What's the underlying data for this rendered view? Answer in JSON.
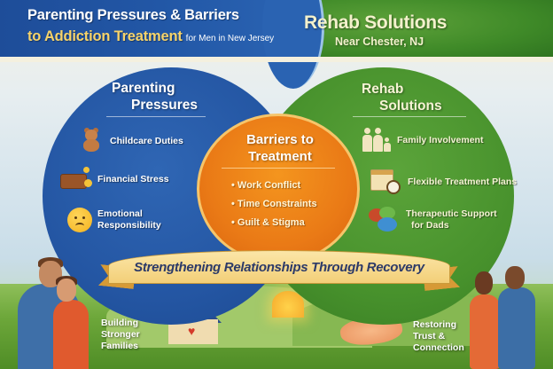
{
  "header": {
    "title_line1": "Parenting Pressures & Barriers",
    "title_line2_highlight": "to Addiction Treatment",
    "title_line2_small": "for Men in New Jersey",
    "rehab_title": "Rehab Solutions",
    "rehab_subtitle": "Near Chester, NJ"
  },
  "parenting": {
    "heading_line1": "Parenting",
    "heading_line2": "Pressures",
    "color": "#2456a3",
    "items": [
      {
        "icon": "teddy-bear-icon",
        "label": "Childcare Duties"
      },
      {
        "icon": "wallet-coins-icon",
        "label": "Financial Stress"
      },
      {
        "icon": "sad-face-icon",
        "label_line1": "Emotional",
        "label_line2": "Responsibility"
      }
    ]
  },
  "barriers": {
    "heading_line1": "Barriers to",
    "heading_line2": "Treatment",
    "color": "#ea7a16",
    "items": [
      "• Work Conflict",
      "• Time Constraints",
      "• Guilt & Stigma"
    ]
  },
  "solutions": {
    "heading_line1": "Rehab",
    "heading_line2": "Solutions",
    "color": "#47912c",
    "items": [
      {
        "icon": "family-icon",
        "label": "Family Involvement"
      },
      {
        "icon": "calendar-clock-icon",
        "label": "Flexible Treatment Plans"
      },
      {
        "icon": "chat-bubbles-icon",
        "label_line1": "Therapeutic Support",
        "label_line2": "for Dads"
      }
    ]
  },
  "banner": {
    "text": "Strengthening Relationships Through Recovery"
  },
  "captions": {
    "left_line1": "Building",
    "left_line2": "Stronger",
    "left_line3": "Families",
    "right_line1": "Restoring",
    "right_line2": "Trust &",
    "right_line3": "Connection"
  }
}
